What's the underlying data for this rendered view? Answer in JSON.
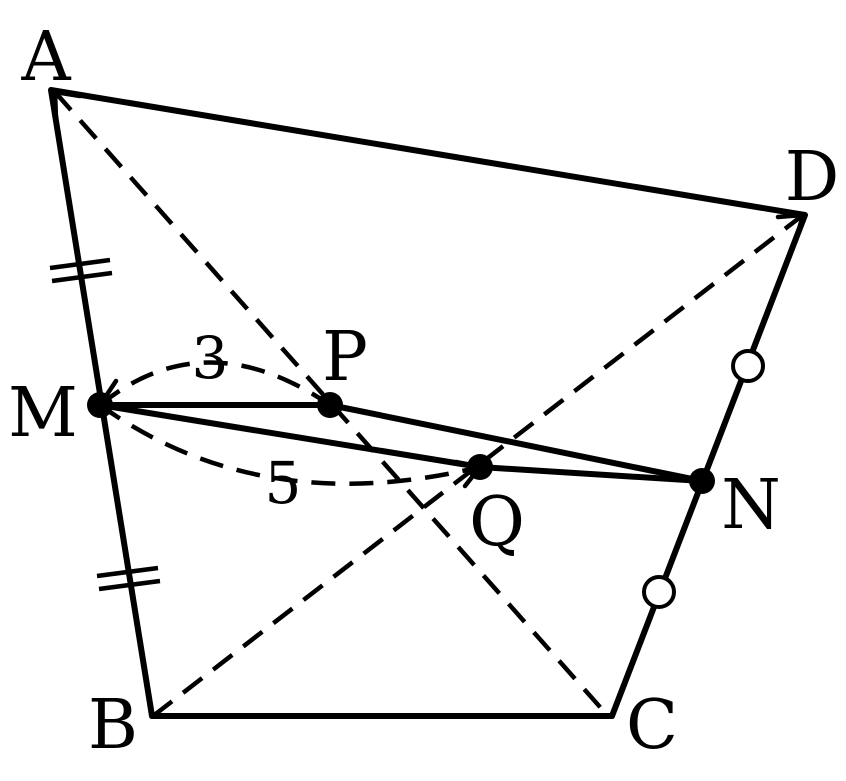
{
  "points": {
    "A": "A",
    "B": "B",
    "C": "C",
    "D": "D",
    "M": "M",
    "N": "N",
    "P": "P",
    "Q": "Q"
  },
  "measures": {
    "MP": "3",
    "MQ": "5"
  }
}
